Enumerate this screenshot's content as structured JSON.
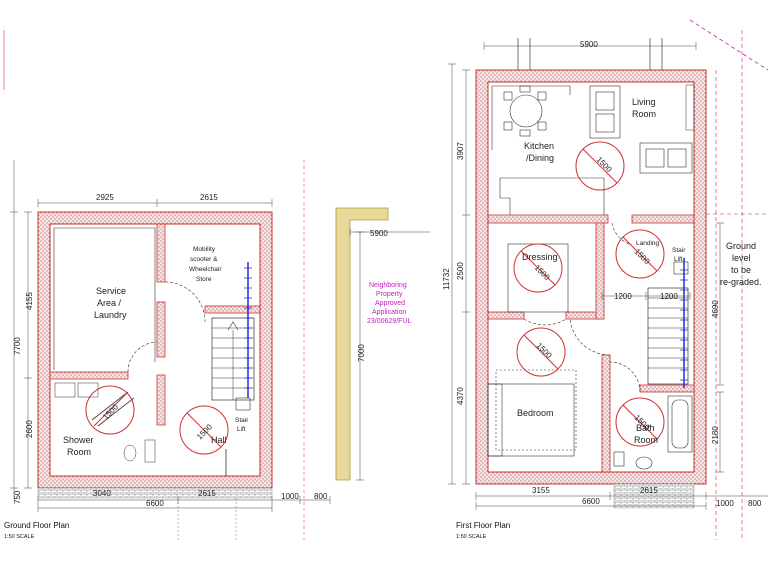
{
  "ground": {
    "title": "Ground Floor Plan",
    "scale": "1:50 SCALE",
    "dims": {
      "top_left": "2925",
      "top_right": "2615",
      "left_upper": "4155",
      "left_lower": "2600",
      "left_total": "7700",
      "left_bottom": "750",
      "bottom_left": "3040",
      "bottom_right": "2615",
      "bottom_total": "6600",
      "right_a": "1000",
      "right_b": "800"
    },
    "rooms": {
      "service_1": "Service",
      "service_2": "Area /",
      "service_3": "Laundry",
      "mobility_1": "Mobility",
      "mobility_2": "scooter &",
      "mobility_3": "Wheelchair",
      "mobility_4": "Store",
      "stairlift_1": "Stair",
      "stairlift_2": "Lift",
      "shower_1": "Shower",
      "shower_2": "Room",
      "hall": "Hall",
      "turn_shower": "1500",
      "turn_hall": "1500"
    }
  },
  "neighbour": {
    "dim_top": "5900",
    "dim_side": "7000",
    "note_1": "Neighboring",
    "note_2": "Property",
    "note_3": "Approved",
    "note_4": "Application",
    "note_5": "23/00629/FUL"
  },
  "first": {
    "title": "First Floor Plan",
    "scale": "1:50 SCALE",
    "dims": {
      "top": "5900",
      "left_upper": "3907",
      "left_mid": "2500",
      "left_lower": "4370",
      "left_total": "11732",
      "mid_a": "1200",
      "mid_b": "1200",
      "right_mid": "4690",
      "right_lower": "2180",
      "bottom_left": "3155",
      "bottom_right": "2615",
      "bottom_total": "6600",
      "right_a": "1000",
      "right_b": "800"
    },
    "rooms": {
      "living_1": "Living",
      "living_2": "Room",
      "kitchen_1": "Kitchen",
      "kitchen_2": "/Dining",
      "dressing": "Dressing",
      "landing": "Landing",
      "stair_1": "Stair",
      "stair_2": "Lift",
      "bedroom": "Bedroom",
      "bath_1": "Bath",
      "bath_2": "Room",
      "turn_kitchen": "1500",
      "turn_landing": "1500",
      "turn_dressing": "1500",
      "turn_bedroom": "1500",
      "turn_bath": "1500"
    },
    "ground_note_1": "Ground",
    "ground_note_2": "level",
    "ground_note_3": "to be",
    "ground_note_4": "re-graded."
  }
}
